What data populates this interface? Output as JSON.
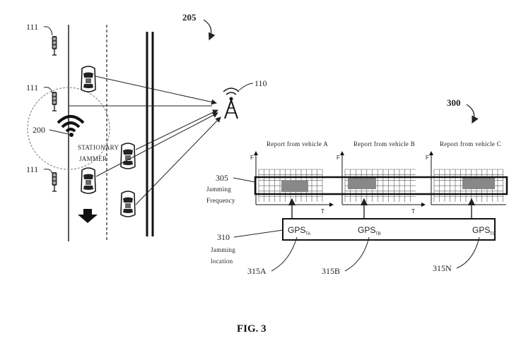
{
  "figure": {
    "caption": "FIG. 3"
  },
  "refs": {
    "r205": "205",
    "r300": "300",
    "r110": "110",
    "r111a": "111",
    "r111b": "111",
    "r111c": "111",
    "r200": "200",
    "r305": "305",
    "r310": "310",
    "r315a": "315A",
    "r315b": "315B",
    "r315n": "315N"
  },
  "scene": {
    "jammer_line1": "STATIONARY",
    "jammer_line2": "JAMMER"
  },
  "charts": {
    "report_a": "Report from vehicle A",
    "report_b": "Report from vehicle B",
    "report_c": "Report from vehicle C",
    "axis_f": "F",
    "axis_t": "T",
    "jam_freq_line1": "Jamming",
    "jam_freq_line2": "Frequency",
    "jam_loc_line1": "Jamming",
    "jam_loc_line2": "location"
  },
  "gps": {
    "label": "GPS",
    "sub_a": "TA",
    "sub_b": "TB",
    "sub_c": "TC"
  },
  "icons": {
    "traffic_light": "traffic-light-icon",
    "car": "car-icon",
    "tower": "cell-tower-icon",
    "wifi": "wifi-icon",
    "arrow": "down-arrow-icon"
  }
}
